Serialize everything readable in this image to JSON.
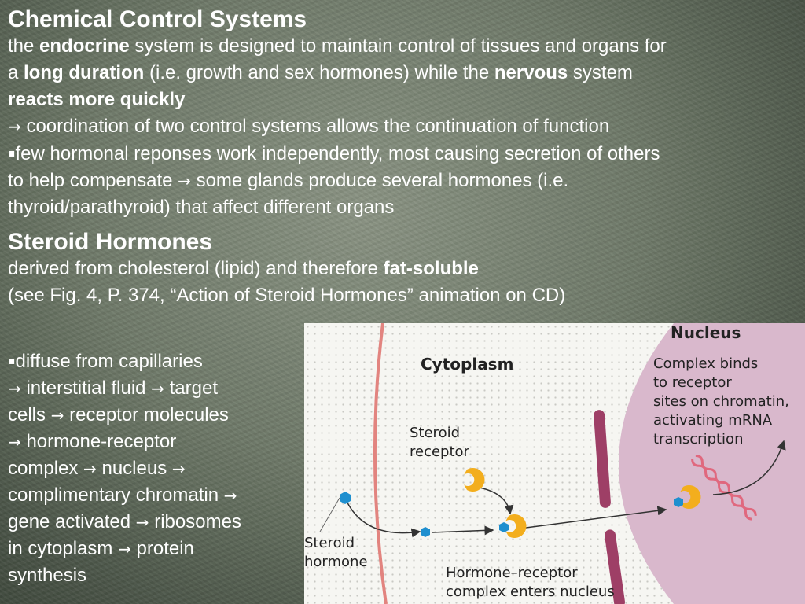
{
  "section1": {
    "title": "Chemical Control Systems",
    "line1": {
      "a": "the ",
      "b": "endocrine",
      "c": " system is designed to maintain control of tissues and organs for"
    },
    "line2": {
      "a": "a ",
      "b": "long duration",
      "c": " (i.e. growth and sex hormones) while the ",
      "d": "nervous",
      "e": " system"
    },
    "line3": "reacts more quickly",
    "line4": "coordination of two control systems allows the continuation of function",
    "line5": "few hormonal reponses work independently, most causing secretion of others",
    "line6": {
      "a": "to help compensate ",
      "b": "some glands produce several hormones (i.e."
    },
    "line7": "thyroid/parathyroid) that affect different organs"
  },
  "section2": {
    "title": "Steroid Hormones",
    "line1": {
      "a": "derived from cholesterol (lipid) and therefore ",
      "b": "fat-soluble"
    },
    "line2": "(see Fig. 4, P. 374, “Action of Steroid Hormones” animation on CD)"
  },
  "process": {
    "l1": "diffuse from capillaries",
    "l2": {
      "b": "interstitial fluid ",
      "d": "target"
    },
    "l3": {
      "a": "cells ",
      "c": "receptor molecules"
    },
    "l4": {
      "b": "hormone-receptor"
    },
    "l5": {
      "a": "complex ",
      "c": "nucleus "
    },
    "l6": {
      "a": "complimentary chromatin "
    },
    "l7": {
      "a": "gene activated ",
      "c": "ribosomes"
    },
    "l8": {
      "a": "in cytoplasm ",
      "c": "protein"
    },
    "l9": "synthesis"
  },
  "figure": {
    "nucleus": "Nucleus",
    "cytoplasm": "Cytoplasm",
    "complex_binds": [
      "Complex binds",
      "to receptor",
      "sites on chromatin,",
      "activating mRNA",
      "transcription"
    ],
    "steroid_receptor": [
      "Steroid",
      "receptor"
    ],
    "steroid_hormone": [
      "Steroid",
      "hormone"
    ],
    "hormone_receptor_complex": [
      "Hormone–receptor",
      "complex enters nucleus"
    ]
  },
  "icons": {
    "arrow": "→",
    "bullet": "▪"
  },
  "colors": {
    "nucleus_fill": "#d9b8cc",
    "membrane": "#e2847f",
    "pore": "#9e3f66",
    "hormone": "#1e8fcf",
    "receptor": "#f3ae1d",
    "dna": "#e0687e"
  }
}
